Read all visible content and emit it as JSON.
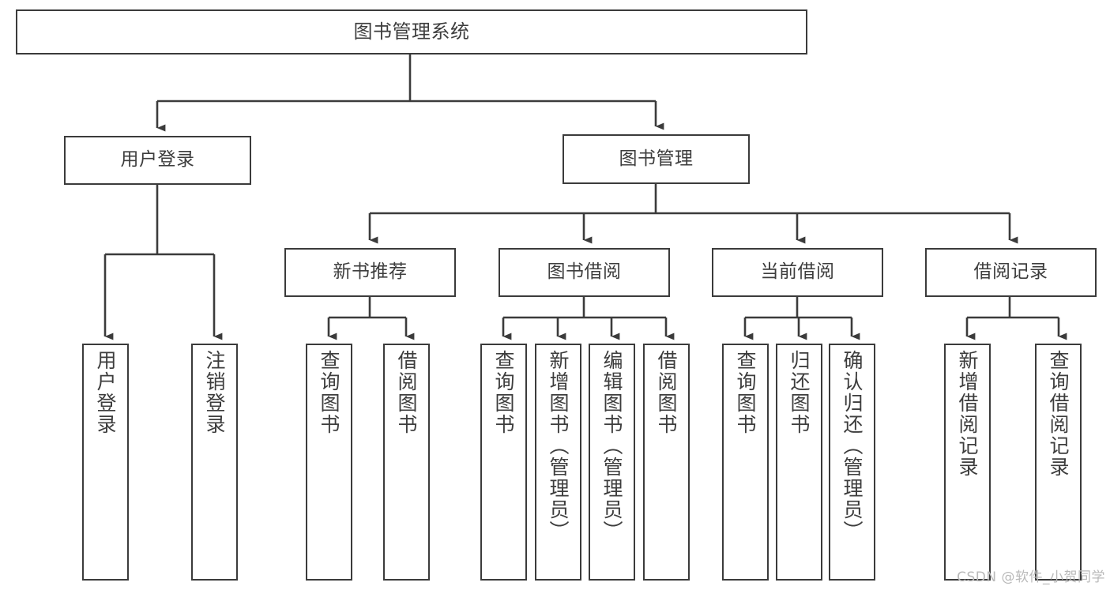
{
  "diagram": {
    "type": "tree",
    "title": "图书管理系统",
    "watermark": "CSDN @软件_小贺同学",
    "colors": {
      "box_border": "#3b3b3b",
      "box_fill": "#ffffff",
      "text": "#3d3d3d",
      "connector": "#3b3b3b",
      "watermark": "#b9b9b9",
      "background": "#ffffff"
    },
    "root": {
      "label": "图书管理系统"
    },
    "level2": [
      {
        "label": "用户登录"
      },
      {
        "label": "图书管理"
      }
    ],
    "level3": [
      {
        "label": "新书推荐"
      },
      {
        "label": "图书借阅"
      },
      {
        "label": "当前借阅"
      },
      {
        "label": "借阅记录"
      }
    ],
    "leaves": {
      "user_login": [
        {
          "label": "用户登录"
        },
        {
          "label": "注销登录"
        }
      ],
      "new_book_recommend": [
        {
          "label": "查询图书"
        },
        {
          "label": "借阅图书"
        }
      ],
      "book_borrow": [
        {
          "label": "查询图书"
        },
        {
          "label": "新增图书（管理员）"
        },
        {
          "label": "编辑图书（管理员）"
        },
        {
          "label": "借阅图书"
        }
      ],
      "current_borrow": [
        {
          "label": "查询图书"
        },
        {
          "label": "归还图书"
        },
        {
          "label": "确认归还（管理员）"
        }
      ],
      "borrow_record": [
        {
          "label": "新增借阅记录"
        },
        {
          "label": "查询借阅记录"
        }
      ]
    }
  }
}
